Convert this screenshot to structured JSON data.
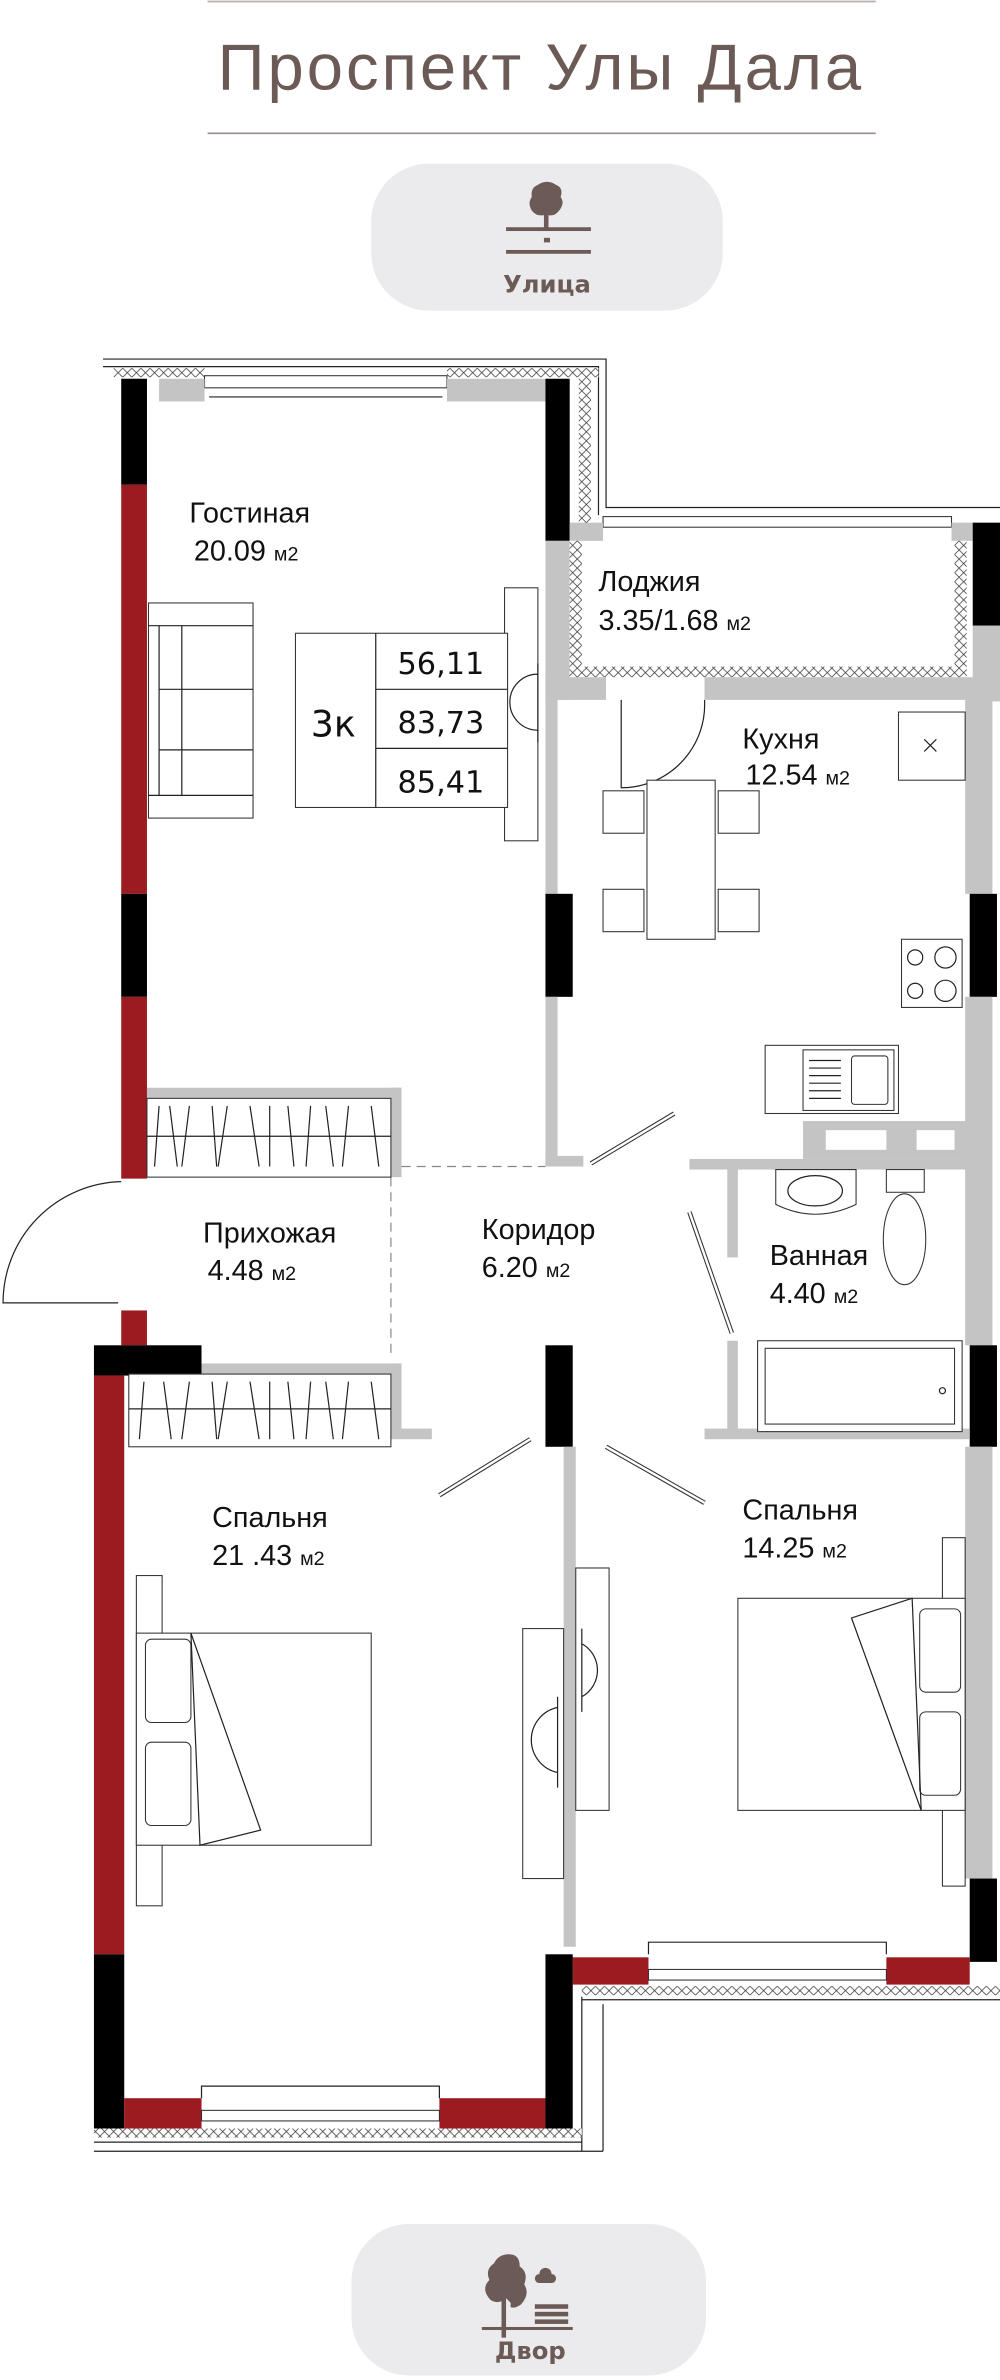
{
  "header": {
    "title": "Проспект Улы Дала"
  },
  "orientation": {
    "street_label": "Улица",
    "yard_label": "Двор",
    "street_icon": "tree-on-road-icon",
    "yard_icon": "tree-bench-icon"
  },
  "unit": "м2",
  "info_box": {
    "type": "3к",
    "living_area": "56,11",
    "total_area": "83,73",
    "total_area_with_loggia": "85,41"
  },
  "rooms": {
    "living": {
      "name": "Гостиная",
      "area": "20.09"
    },
    "loggia": {
      "name": "Лоджия",
      "area": "3.35/1.68"
    },
    "kitchen": {
      "name": "Кухня",
      "area": "12.54"
    },
    "hall": {
      "name": "Прихожая",
      "area": "4.48"
    },
    "corridor": {
      "name": "Коридор",
      "area": "6.20"
    },
    "bathroom": {
      "name": "Ванная",
      "area": "4.40"
    },
    "bedroom1": {
      "name": "Спальня",
      "area": "21 .43"
    },
    "bedroom2": {
      "name": "Спальня",
      "area": "14.25"
    }
  },
  "colors": {
    "accent_red": "#9b1b20",
    "brown": "#6b5a55",
    "wall_grey": "#c4c4c4",
    "pill_bg": "#ebebed"
  }
}
